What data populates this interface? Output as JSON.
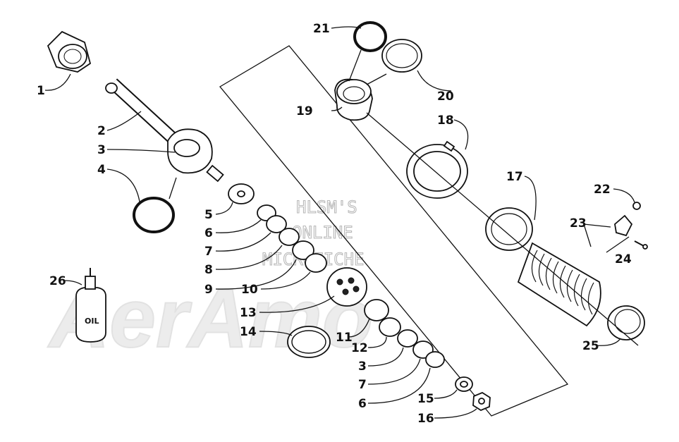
{
  "watermark": {
    "brand": "AerAmo",
    "lines": [
      "HLSM'S",
      "ONLINE",
      "MICROFICHE"
    ]
  },
  "oil_label": "OIL",
  "callouts": [
    {
      "id": "1",
      "text": "1"
    },
    {
      "id": "2",
      "text": "2"
    },
    {
      "id": "3a",
      "text": "3"
    },
    {
      "id": "4",
      "text": "4"
    },
    {
      "id": "5",
      "text": "5"
    },
    {
      "id": "6a",
      "text": "6"
    },
    {
      "id": "7a",
      "text": "7"
    },
    {
      "id": "8",
      "text": "8"
    },
    {
      "id": "9",
      "text": "9"
    },
    {
      "id": "10",
      "text": "10"
    },
    {
      "id": "11",
      "text": "11"
    },
    {
      "id": "12",
      "text": "12"
    },
    {
      "id": "13",
      "text": "13"
    },
    {
      "id": "14",
      "text": "14"
    },
    {
      "id": "15",
      "text": "15"
    },
    {
      "id": "16",
      "text": "16"
    },
    {
      "id": "17",
      "text": "17"
    },
    {
      "id": "18",
      "text": "18"
    },
    {
      "id": "19",
      "text": "19"
    },
    {
      "id": "20",
      "text": "20"
    },
    {
      "id": "21",
      "text": "21"
    },
    {
      "id": "22",
      "text": "22"
    },
    {
      "id": "23",
      "text": "23"
    },
    {
      "id": "24",
      "text": "24"
    },
    {
      "id": "25",
      "text": "25"
    },
    {
      "id": "26",
      "text": "26"
    },
    {
      "id": "3b",
      "text": "3"
    },
    {
      "id": "7b",
      "text": "7"
    },
    {
      "id": "6b",
      "text": "6"
    }
  ]
}
